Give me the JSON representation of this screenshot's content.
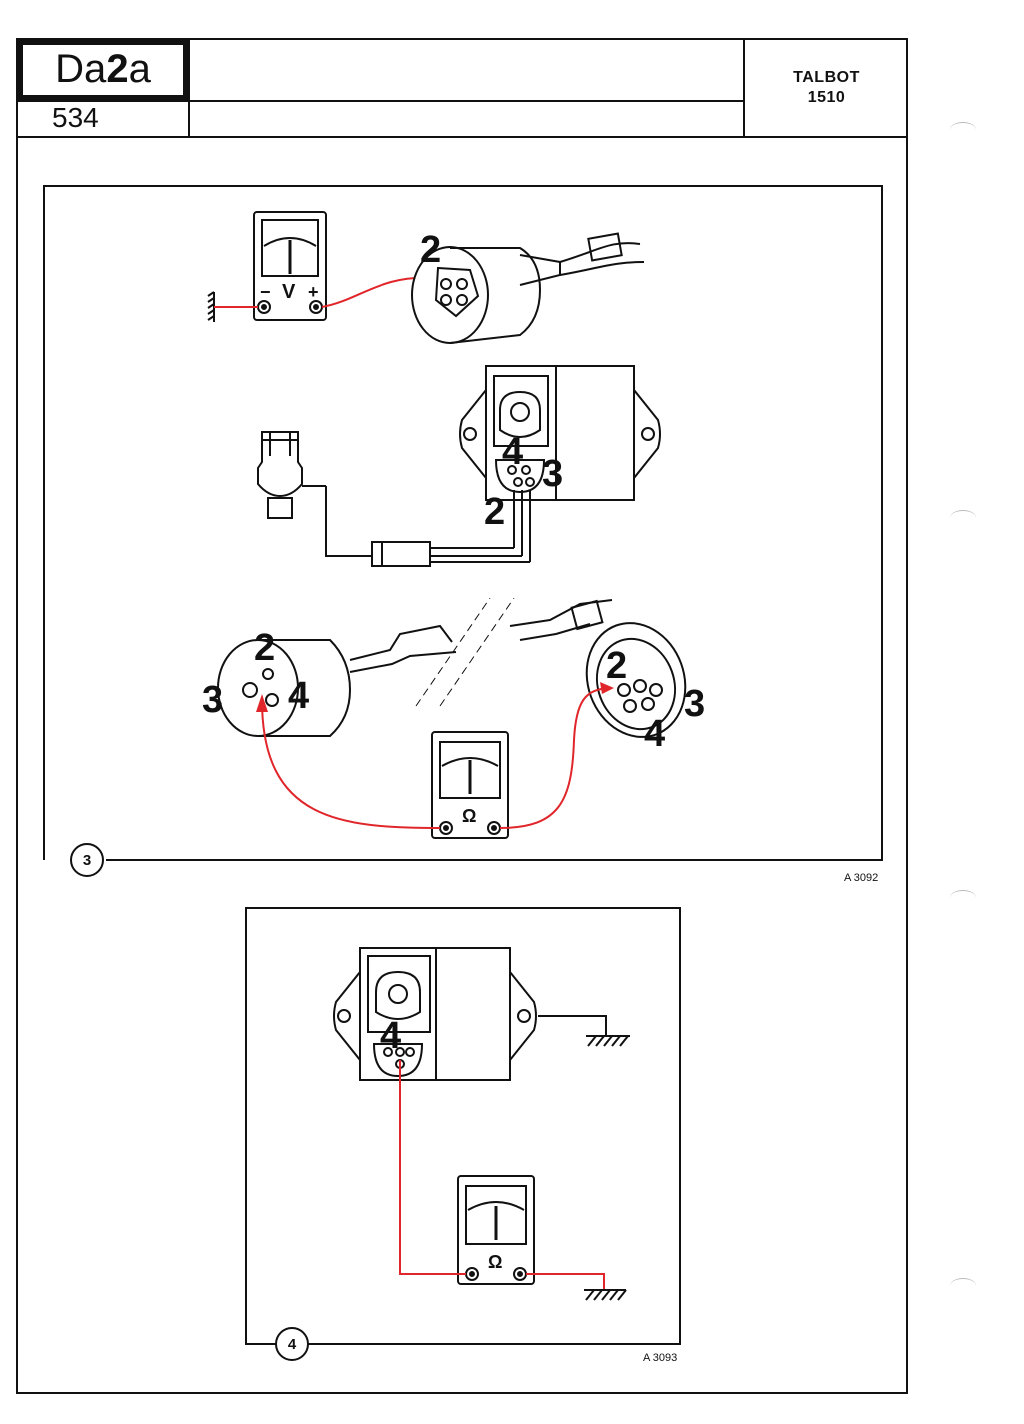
{
  "header": {
    "code_prefix": "Da",
    "code_digit": "2",
    "code_suffix": "a",
    "page_number": "534",
    "brand_line1": "TALBOT",
    "brand_line2": "1510"
  },
  "figure3": {
    "number": "3",
    "reference": "A 3092",
    "voltmeter_symbol": "V",
    "voltmeter_minus": "−",
    "voltmeter_plus": "+",
    "ohmmeter_symbol": "Ω",
    "labels": {
      "top_connector_pin": "2",
      "module_pin_4": "4",
      "module_pin_3": "3",
      "module_pin_2": "2",
      "left_plug_pin_2": "2",
      "left_plug_pin_3": "3",
      "left_plug_pin_4": "4",
      "right_socket_pin_2": "2",
      "right_socket_pin_3": "3",
      "right_socket_pin_4": "4"
    }
  },
  "figure4": {
    "number": "4",
    "reference": "A 3093",
    "ohmmeter_symbol": "Ω",
    "module_pin_4": "4"
  },
  "colors": {
    "line": "#111111",
    "wire_red": "#e0262b",
    "paper": "#ffffff"
  }
}
